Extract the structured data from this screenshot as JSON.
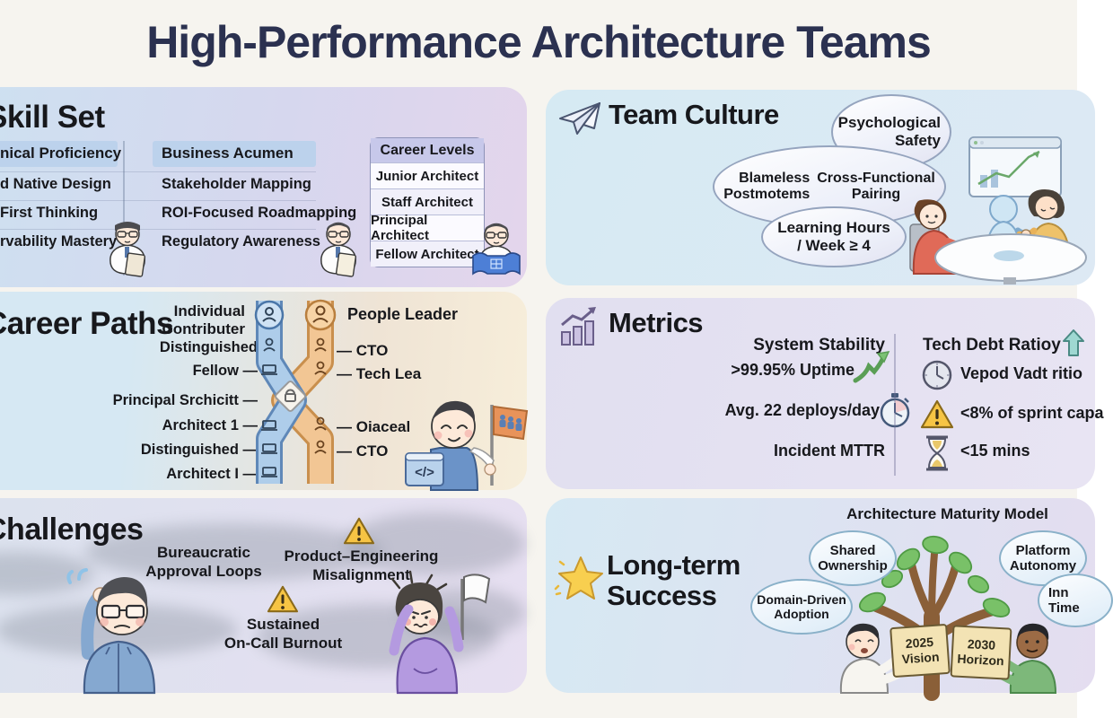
{
  "title": "High-Performance Architecture Teams",
  "skill_set": {
    "title": "Skill Set",
    "col1_header": "nical Proficiency",
    "col1_rows": [
      "d Native Design",
      "First Thinking",
      "rvability Mastery"
    ],
    "col2_header": "Business Acumen",
    "col2_rows": [
      "Stakeholder Mapping",
      "ROI-Focused Roadmapping",
      "Regulatory Awareness"
    ],
    "levels_header": "Career Levels",
    "levels_rows": [
      "Junior Architect",
      "Staff Architect",
      "Principal Architect",
      "Fellow Architect"
    ]
  },
  "team_culture": {
    "title": "Team Culture",
    "bubble_psych_1": "Psychological",
    "bubble_psych_2": "Safety",
    "bubble_blameless_1": "Blameless",
    "bubble_blameless_2": "Postmotems",
    "bubble_cross_1": "Cross-Functional",
    "bubble_cross_2": "Pairing",
    "bubble_learning_1": "Learning Hours",
    "bubble_learning_2": "/ Week ≥ 4"
  },
  "career_paths": {
    "title": "Career Paths",
    "ic_label_1": "Individual",
    "ic_label_2": "Contributer",
    "pl_label": "People Leader",
    "left_labels": [
      "Distinguished",
      "Fellow —",
      "Principal Srchicitt —",
      "Architect 1 —",
      "Distinguished —",
      "Architect I —"
    ],
    "right_labels": [
      "— CTO",
      "— Tech Lea",
      "— Oiaceal",
      "— CTO"
    ],
    "code_label": "</>"
  },
  "metrics": {
    "title": "Metrics",
    "col1_header": "System Stability",
    "col1_item1": ">99.95% Uptime",
    "col1_item2": "Avg. 22 deploys/day",
    "col1_item3": "Incident MTTR",
    "col2_header": "Tech Debt Ratioy",
    "col2_item1": "Vepod Vadt ritio",
    "col2_item2": "<8% of sprint capa",
    "col2_item3": "<15 mins"
  },
  "challenges": {
    "title": "Challenges",
    "item1_1": "Bureaucratic",
    "item1_2": "Approval Loops",
    "item2_1": "Product–Engineering",
    "item2_2": "Misalignment",
    "item3_1": "Sustained",
    "item3_2": "On-Call Burnout"
  },
  "long_term": {
    "title_1": "Long-term",
    "title_2": "Success",
    "heading": "Architecture Maturity Model",
    "bubble1_1": "Shared",
    "bubble1_2": "Ownership",
    "bubble2_1": "Platform",
    "bubble2_2": "Autonomy",
    "bubble3_1": "Domain-Driven",
    "bubble3_2": "Adoption",
    "bubble4_1": "Inn",
    "bubble4_2": "Time",
    "sign1_1": "2025",
    "sign1_2": "Vision",
    "sign2_1": "2030",
    "sign2_2": "Horizon"
  },
  "colors": {
    "title": "#2b3150",
    "ink": "#17181c",
    "track_blue": "#aecdea",
    "track_orange": "#f2c694",
    "warning": "#f6c444",
    "growth_green": "#7cc275",
    "star_gold": "#f8cf4f"
  }
}
